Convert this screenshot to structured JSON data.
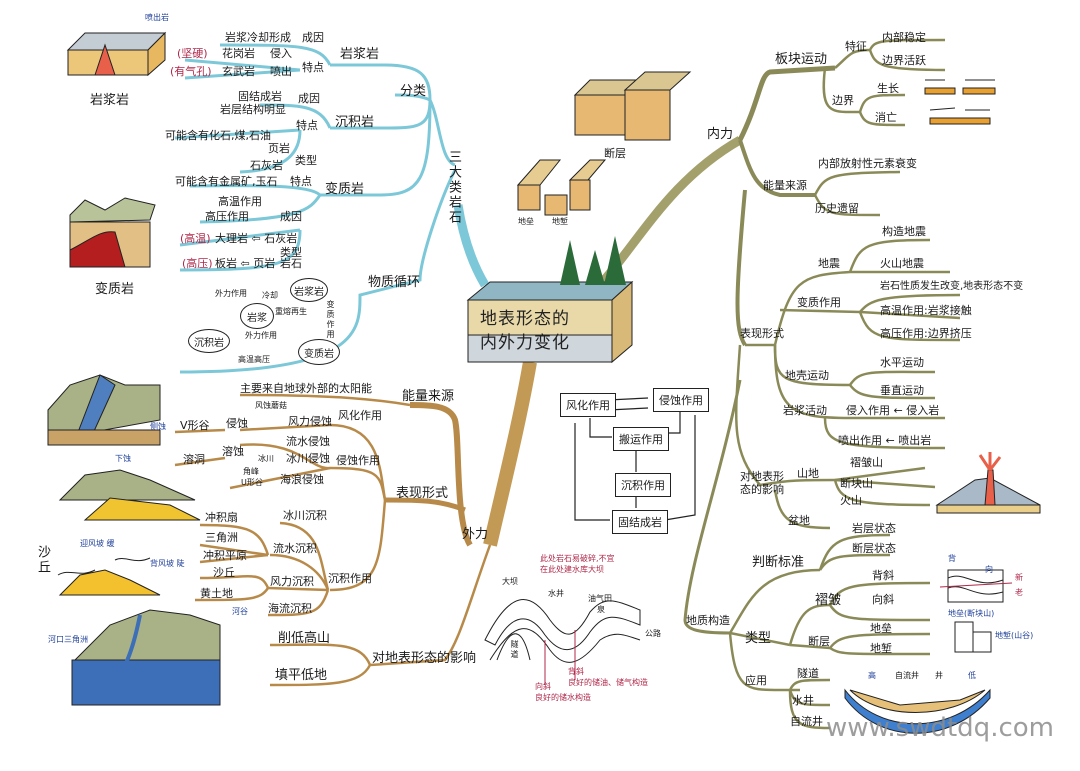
{
  "center": {
    "line1": "地表形态的",
    "line2": "内外力变化"
  },
  "rocks": {
    "root": "三大类岩石",
    "classify": "分类",
    "igneous": {
      "name": "岩浆岩",
      "origin_label": "成因",
      "origin": "岩浆冷却形成",
      "feature_label": "特点",
      "granite": "花岗岩",
      "granite_note": "(坚硬)",
      "intrusive": "侵入",
      "basalt": "玄武岩",
      "basalt_note": "(有气孔)",
      "extrusive": "喷出"
    },
    "sedimentary": {
      "name": "沉积岩",
      "origin_label": "成因",
      "origin": "固结成岩",
      "feature_label": "特点",
      "feature1": "岩层结构明显",
      "feature2": "可能含有化石,煤,石油",
      "type_label": "类型",
      "type1": "页岩",
      "type2": "石灰岩"
    },
    "metamorphic": {
      "name": "变质岩",
      "feature": "可能含有金属矿,玉石",
      "feature_label": "特点",
      "origin_label": "成因",
      "origin1": "高温作用",
      "origin2": "高压作用",
      "type_label": "类型岩石",
      "type1_note": "(高温)",
      "type1": "大理岩 ⇦ 石灰岩",
      "type2_note": "(高压)",
      "type2": "板岩 ⇦ 页岩"
    },
    "cycle": {
      "name": "物质循环",
      "igneous": "岩浆岩",
      "magma": "岩浆",
      "sedimentary": "沉积岩",
      "metamorphic": "变质岩",
      "external1": "外力作用",
      "cooling": "冷却",
      "remelt": "重熔再生",
      "metamorphism": "变质作用",
      "external2": "外力作用",
      "high_tp": "高温高压"
    }
  },
  "illustrations": {
    "igneous_block": "岩浆岩",
    "extrusive_rock": "喷出岩",
    "metamorphic_block": "变质岩",
    "valley_side": "侧蚀",
    "valley_down": "下蚀",
    "dune": "沙丘",
    "windward": "迎风坡 缓",
    "leeward": "背风坡 陡",
    "delta": "河口三角洲",
    "river_valley": "河谷",
    "fault_block": "断层",
    "horst": "地垒",
    "graben": "地堑"
  },
  "external": {
    "root": "外力",
    "energy_label": "能量来源",
    "energy": "主要来自地球外部的太阳能",
    "forms_label": "表现形式",
    "weathering": "风化作用",
    "erosion": "侵蚀作用",
    "wind_erosion": "风力侵蚀",
    "mushroom": "风蚀蘑菇",
    "erosion_small": "侵蚀",
    "v_valley": "V形谷",
    "water_erosion": "流水侵蚀",
    "glacier_erosion": "冰川侵蚀",
    "dissolution": "溶蚀",
    "cave": "溶洞",
    "glacier": "冰川",
    "horn": "角峰",
    "u_valley": "U形谷",
    "wave_erosion": "海浪侵蚀",
    "deposition": "沉积作用",
    "glacier_dep": "冰川沉积",
    "water_dep": "流水沉积",
    "wind_dep": "风力沉积",
    "sea_dep": "海流沉积",
    "fan": "冲积扇",
    "delta": "三角洲",
    "plain": "冲积平原",
    "dunes": "沙丘",
    "loess": "黄土地",
    "impact_label": "对地表形态的影响",
    "lower": "削低高山",
    "fill": "填平低地"
  },
  "flowchart": {
    "weathering": "风化作用",
    "erosion": "侵蚀作用",
    "transport": "搬运作用",
    "deposition": "沉积作用",
    "lithification": "固结成岩"
  },
  "fold_diagram": {
    "warning": "此处岩石易破碎,不宜",
    "warning2": "在此处建水库大坝",
    "dam": "大坝",
    "well": "水井",
    "oil": "油气田",
    "spring": "泉",
    "road": "公路",
    "tunnel": "隧道",
    "syncline": "向斜",
    "syncline_note": "良好的储水构造",
    "anticline": "背斜",
    "anticline_note": "良好的储油、储气构造"
  },
  "internal": {
    "root": "内力",
    "plate": "板块运动",
    "feature_label": "特征",
    "stable": "内部稳定",
    "active": "边界活跃",
    "boundary": "边界",
    "growth": "生长",
    "subduction": "消亡",
    "energy_label": "能量来源",
    "energy1": "内部放射性元素衰变",
    "energy2": "历史遗留",
    "forms_label": "表现形式",
    "quake": "地震",
    "tectonic_quake": "构造地震",
    "volcanic_quake": "火山地震",
    "metamorphism": "变质作用",
    "meta1": "岩石性质发生改变,地表形态不变",
    "meta2": "高温作用:岩浆接触",
    "meta3": "高压作用:边界挤压",
    "crust": "地壳运动",
    "horizontal": "水平运动",
    "vertical": "垂直运动",
    "magma": "岩浆活动",
    "intrusion": "侵入作用 ← 侵入岩",
    "eruption": "喷出作用 ← 喷出岩",
    "impact_label": "对地表形态的影响",
    "mountain": "山地",
    "fold_mtn": "褶皱山",
    "block_mtn": "断块山",
    "volcano": "火山",
    "basin": "盆地"
  },
  "structure": {
    "root": "地质构造",
    "criteria": "判断标准",
    "c1": "岩层状态",
    "c2": "断层状态",
    "types": "类型",
    "fold": "褶皱",
    "anticline": "背斜",
    "syncline": "向斜",
    "fault": "断层",
    "horst": "地垒",
    "graben": "地堑",
    "use": "应用",
    "tunnel": "隧道",
    "well": "水井",
    "artesian": "自流井",
    "d_back": "背",
    "d_to": "向",
    "d_new": "新",
    "d_old": "老",
    "d_horst": "地垒(断块山)",
    "d_graben": "地堑(山谷)",
    "d_high": "高",
    "d_artesian": "自流井",
    "d_well": "井",
    "d_low": "低"
  },
  "watermark": "www.swdtdq.com",
  "colors": {
    "rock_branch": "#7cc8d8",
    "external_branch": "#b88a4a",
    "internal_branch": "#8a8a58"
  }
}
